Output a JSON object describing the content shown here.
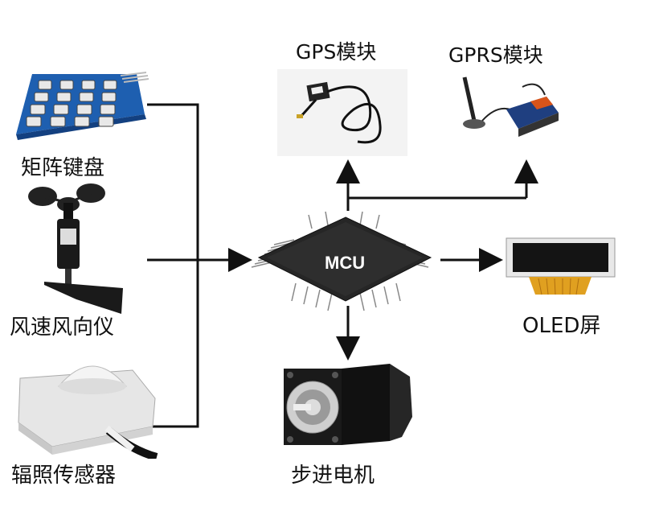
{
  "components": {
    "keypad": {
      "label": "矩阵键盘",
      "icon": "matrix-keypad"
    },
    "anemometer": {
      "label": "风速风向仪",
      "icon": "anemometer-wind-vane"
    },
    "light_sensor": {
      "label": "辐照传感器",
      "icon": "irradiance-sensor"
    },
    "gps": {
      "label": "GPS模块",
      "icon": "gps-antenna"
    },
    "gprs": {
      "label": "GPRS模块",
      "icon": "gprs-modem"
    },
    "mcu": {
      "label": "MCU",
      "icon": "microcontroller-chip"
    },
    "oled": {
      "label": "OLED屏",
      "icon": "oled-display"
    },
    "stepper": {
      "label": "步进电机",
      "icon": "stepper-motor"
    }
  },
  "colors": {
    "line": "#111111",
    "chip": "#2a2a2a",
    "pcb_blue": "#1e5fb0"
  }
}
